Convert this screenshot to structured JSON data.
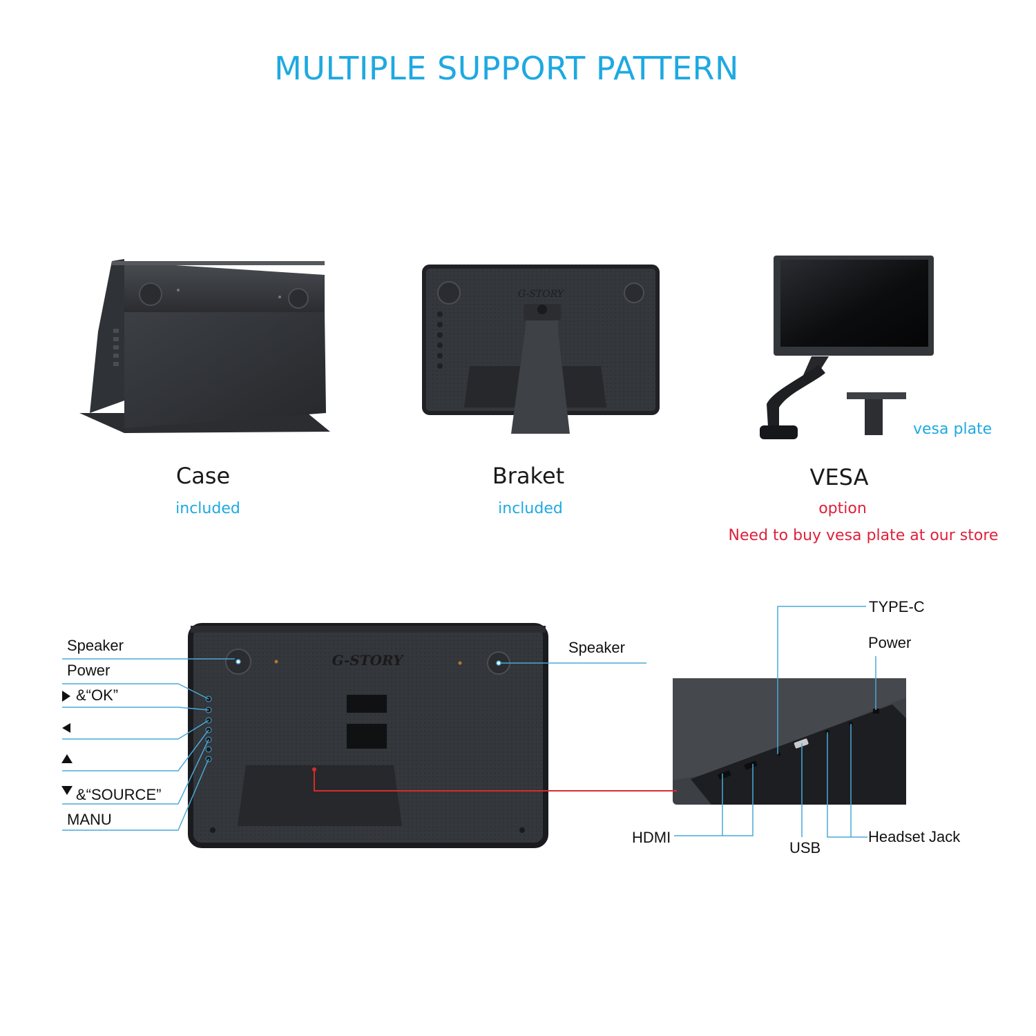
{
  "title": "MULTIPLE SUPPORT PATTERN",
  "options": [
    {
      "name": "Case",
      "status": "included"
    },
    {
      "name": "Braket",
      "status": "included"
    },
    {
      "name": "VESA",
      "status": "option",
      "note": "Need to buy vesa plate at our store",
      "plate_label": "vesa plate"
    }
  ],
  "brand": "G-STORY",
  "left_labels": {
    "speaker": "Speaker",
    "power": "Power",
    "ok": "&“OK”",
    "source": "&“SOURCE”",
    "menu": "MANU"
  },
  "right_speaker_label": "Speaker",
  "port_labels": {
    "type_c": "TYPE-C",
    "power": "Power",
    "hdmi": "HDMI",
    "usb": "USB",
    "headset": "Headset Jack"
  },
  "colors": {
    "accent_blue": "#1ea9e1",
    "accent_red": "#e0203a",
    "callout_blue": "#4aa8d8",
    "callout_red": "#d92b2b"
  }
}
